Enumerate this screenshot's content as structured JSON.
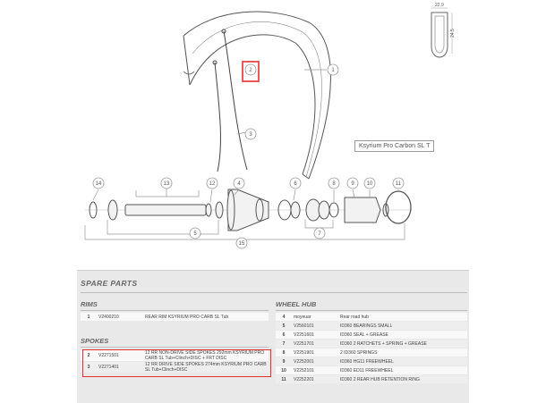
{
  "callouts": [
    "1",
    "2",
    "3",
    "4",
    "5",
    "6",
    "7",
    "8",
    "9",
    "10",
    "11",
    "12",
    "13",
    "14",
    "15"
  ],
  "model_label": "Ksyrium Pro Carbon SL T",
  "rim_dims": {
    "width": "22.9",
    "height": "24.5"
  },
  "parts": {
    "title": "SPARE PARTS",
    "rims": {
      "title": "RIMS",
      "rows": [
        {
          "idx": "1",
          "code": "V2400210",
          "desc": "REAR RIM KSYRIUM PRO CARB SL Tub"
        }
      ]
    },
    "spokes": {
      "title": "SPOKES",
      "rows": [
        {
          "idx": "2",
          "code": "V2271501",
          "desc": "12 RR NON-DRIVE SIDE SPOKES 292mm KSYRIUM PRO CARB SL Tub+Clinch+DISC + FRT DISC"
        },
        {
          "idx": "3",
          "code": "V2271401",
          "desc": "12 RR DRIVE SIDE SPOKES 274mm KSYRIUM PRO CARB SL Tub+Clinch+DISC"
        }
      ]
    },
    "wheel_hub": {
      "title": "WHEEL HUB",
      "rows": [
        {
          "idx": "4",
          "code": "moyeuar",
          "desc": "Rear road hub"
        },
        {
          "idx": "5",
          "code": "V2560101",
          "desc": "ID360 BEARINGS SMALL"
        },
        {
          "idx": "6",
          "code": "V2251601",
          "desc": "ID360 SEAL + GREASE"
        },
        {
          "idx": "7",
          "code": "V2251701",
          "desc": "ID360 2 RATCHETS + SPRING + GREASE"
        },
        {
          "idx": "8",
          "code": "V2251901",
          "desc": "2 ID360 SPRINGS"
        },
        {
          "idx": "9",
          "code": "V2252001",
          "desc": "ID360 HG11 FREEWHEEL"
        },
        {
          "idx": "10",
          "code": "V2252101",
          "desc": "ID360 ED11 FREEWHEEL"
        },
        {
          "idx": "11",
          "code": "V2252201",
          "desc": "ID360 2 REAR HUB RETENTION RING"
        }
      ]
    }
  }
}
